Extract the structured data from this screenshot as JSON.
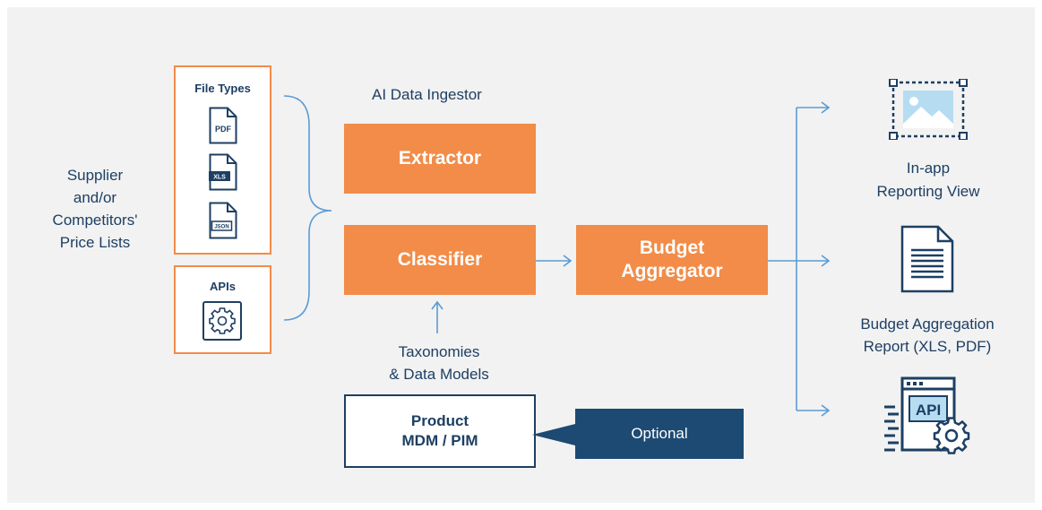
{
  "source_label": "Supplier\nand/or\nCompetitors'\nPrice Lists",
  "file_types": {
    "title": "File Types",
    "files": [
      {
        "ext": "PDF",
        "icon": "pdf-file-icon"
      },
      {
        "ext": "XLS",
        "icon": "xls-file-icon"
      },
      {
        "ext": "JSON",
        "icon": "json-file-icon"
      }
    ]
  },
  "apis": {
    "title": "APIs",
    "icon": "gear-icon"
  },
  "ingestor_title": "AI Data Ingestor",
  "extractor_label": "Extractor",
  "classifier_label": "Classifier",
  "taxonomies_label": "Taxonomies\n& Data Models",
  "aggregator_label": "Budget\nAggregator",
  "product_label": "Product\nMDM / PIM",
  "optional_label": "Optional",
  "outputs": [
    {
      "label": "In-app\nReporting View",
      "icon": "image-icon"
    },
    {
      "label": "Budget Aggregation\nReport (XLS, PDF)",
      "icon": "document-icon"
    },
    {
      "label": "",
      "icon": "api-settings-icon",
      "icon_text": "API"
    }
  ],
  "colors": {
    "orange": "#f28c48",
    "navy": "#1d3f63",
    "connector": "#5b9bd5",
    "light_blue": "#b6dcf2",
    "background": "#f2f2f2"
  }
}
